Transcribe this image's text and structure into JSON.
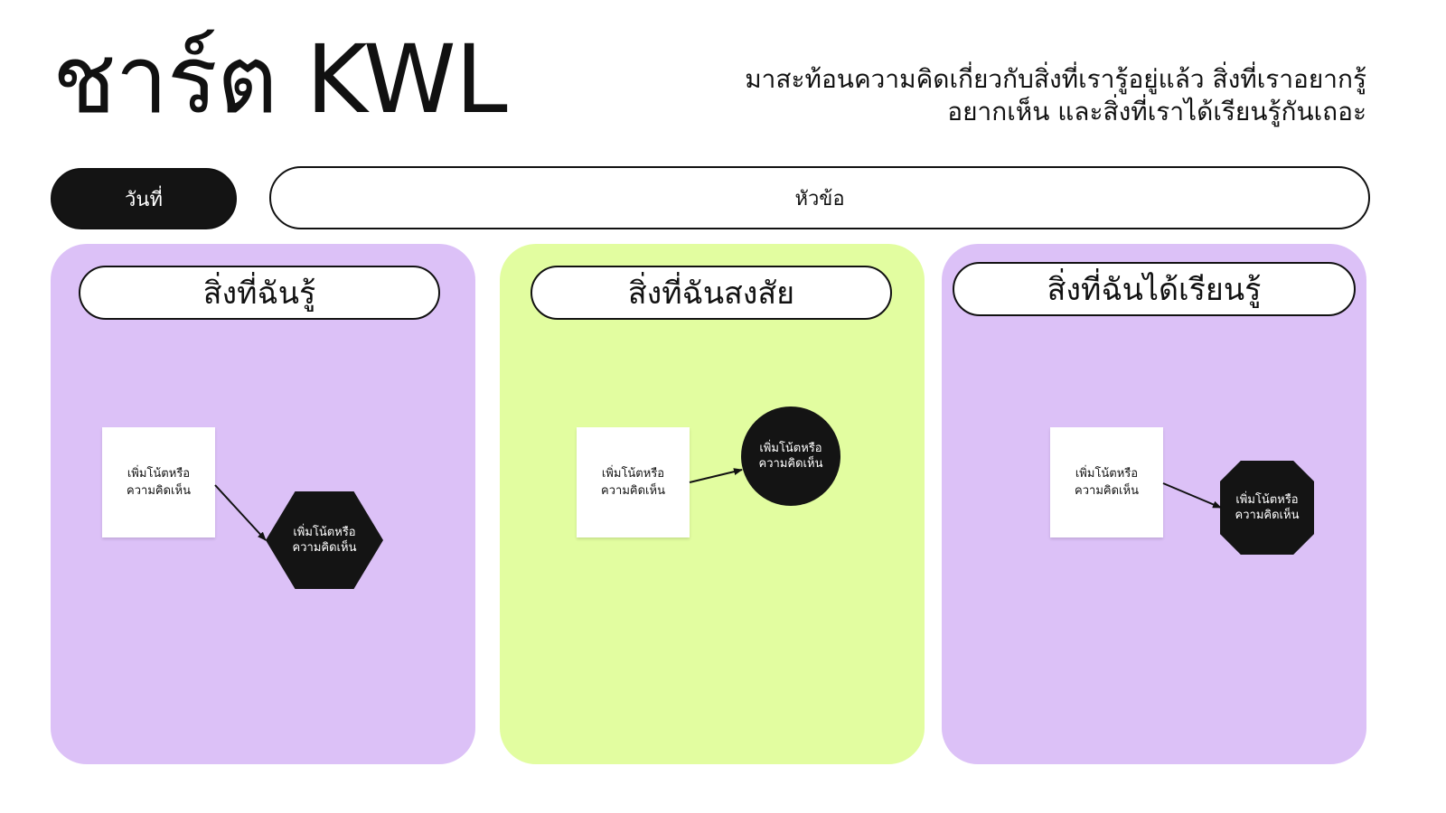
{
  "header": {
    "title": "ชาร์ต KWL",
    "subtitle": "มาสะท้อนความคิดเกี่ยวกับสิ่งที่เรารู้อยู่แล้ว สิ่งที่เราอยากรู้อยากเห็น และสิ่งที่เราได้เรียนรู้กันเถอะ"
  },
  "fields": {
    "date_label": "วันที่",
    "topic_label": "หัวข้อ"
  },
  "columns": [
    {
      "header": "สิ่งที่ฉันรู้",
      "note_text": "เพิ่มโน้ตหรือความคิดเห็น",
      "shape_text": "เพิ่มโน้ตหรือความคิดเห็น",
      "shape": "hexagon",
      "color": "#dcc1f7"
    },
    {
      "header": "สิ่งที่ฉันสงสัย",
      "note_text": "เพิ่มโน้ตหรือความคิดเห็น",
      "shape_text": "เพิ่มโน้ตหรือความคิดเห็น",
      "shape": "circle",
      "color": "#e2fda0"
    },
    {
      "header": "สิ่งที่ฉันได้เรียนรู้",
      "note_text": "เพิ่มโน้ตหรือความคิดเห็น",
      "shape_text": "เพิ่มโน้ตหรือความคิดเห็น",
      "shape": "octagon",
      "color": "#dcc1f7"
    }
  ],
  "colors": {
    "dark": "#141414",
    "purple": "#dcc1f7",
    "lime": "#e2fda0",
    "note": "#ffffff"
  },
  "icons": [
    "arrow-connector-icon"
  ]
}
